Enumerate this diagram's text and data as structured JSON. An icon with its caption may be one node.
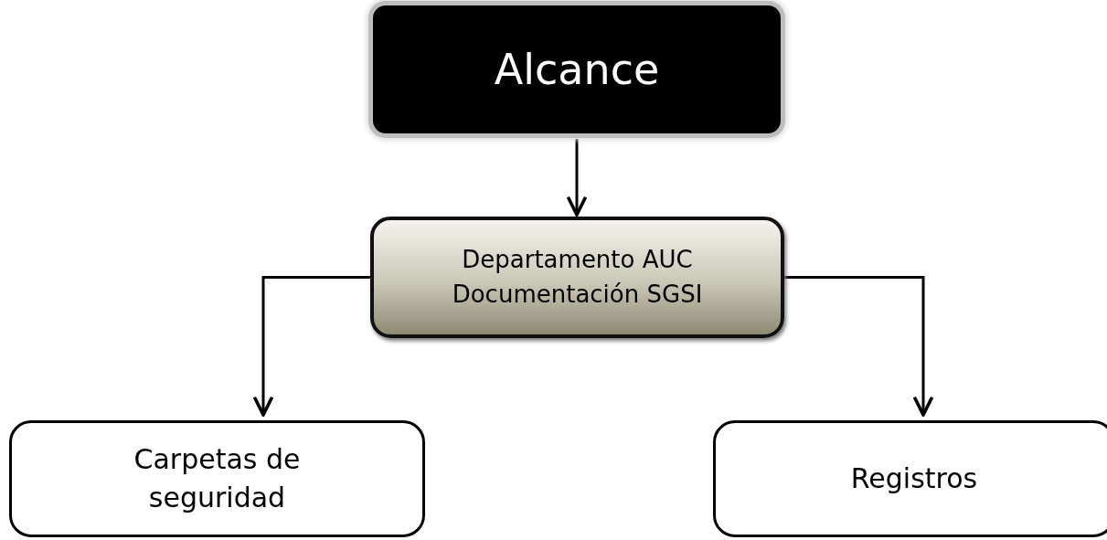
{
  "diagram": {
    "nodes": [
      {
        "text": [
          "Alcance"
        ]
      },
      {
        "text": [
          "Departamento AUC Documentación SGSI"
        ]
      },
      {
        "text": [
          "Carpetas de seguridad"
        ]
      },
      {
        "text": [
          "Registros"
        ]
      }
    ],
    "edges": [
      {
        "from": 0,
        "to": 1,
        "arrow": "to"
      },
      {
        "from": 1,
        "to": 2,
        "arrow": "to"
      },
      {
        "from": 1,
        "to": 3,
        "arrow": "to"
      }
    ]
  }
}
